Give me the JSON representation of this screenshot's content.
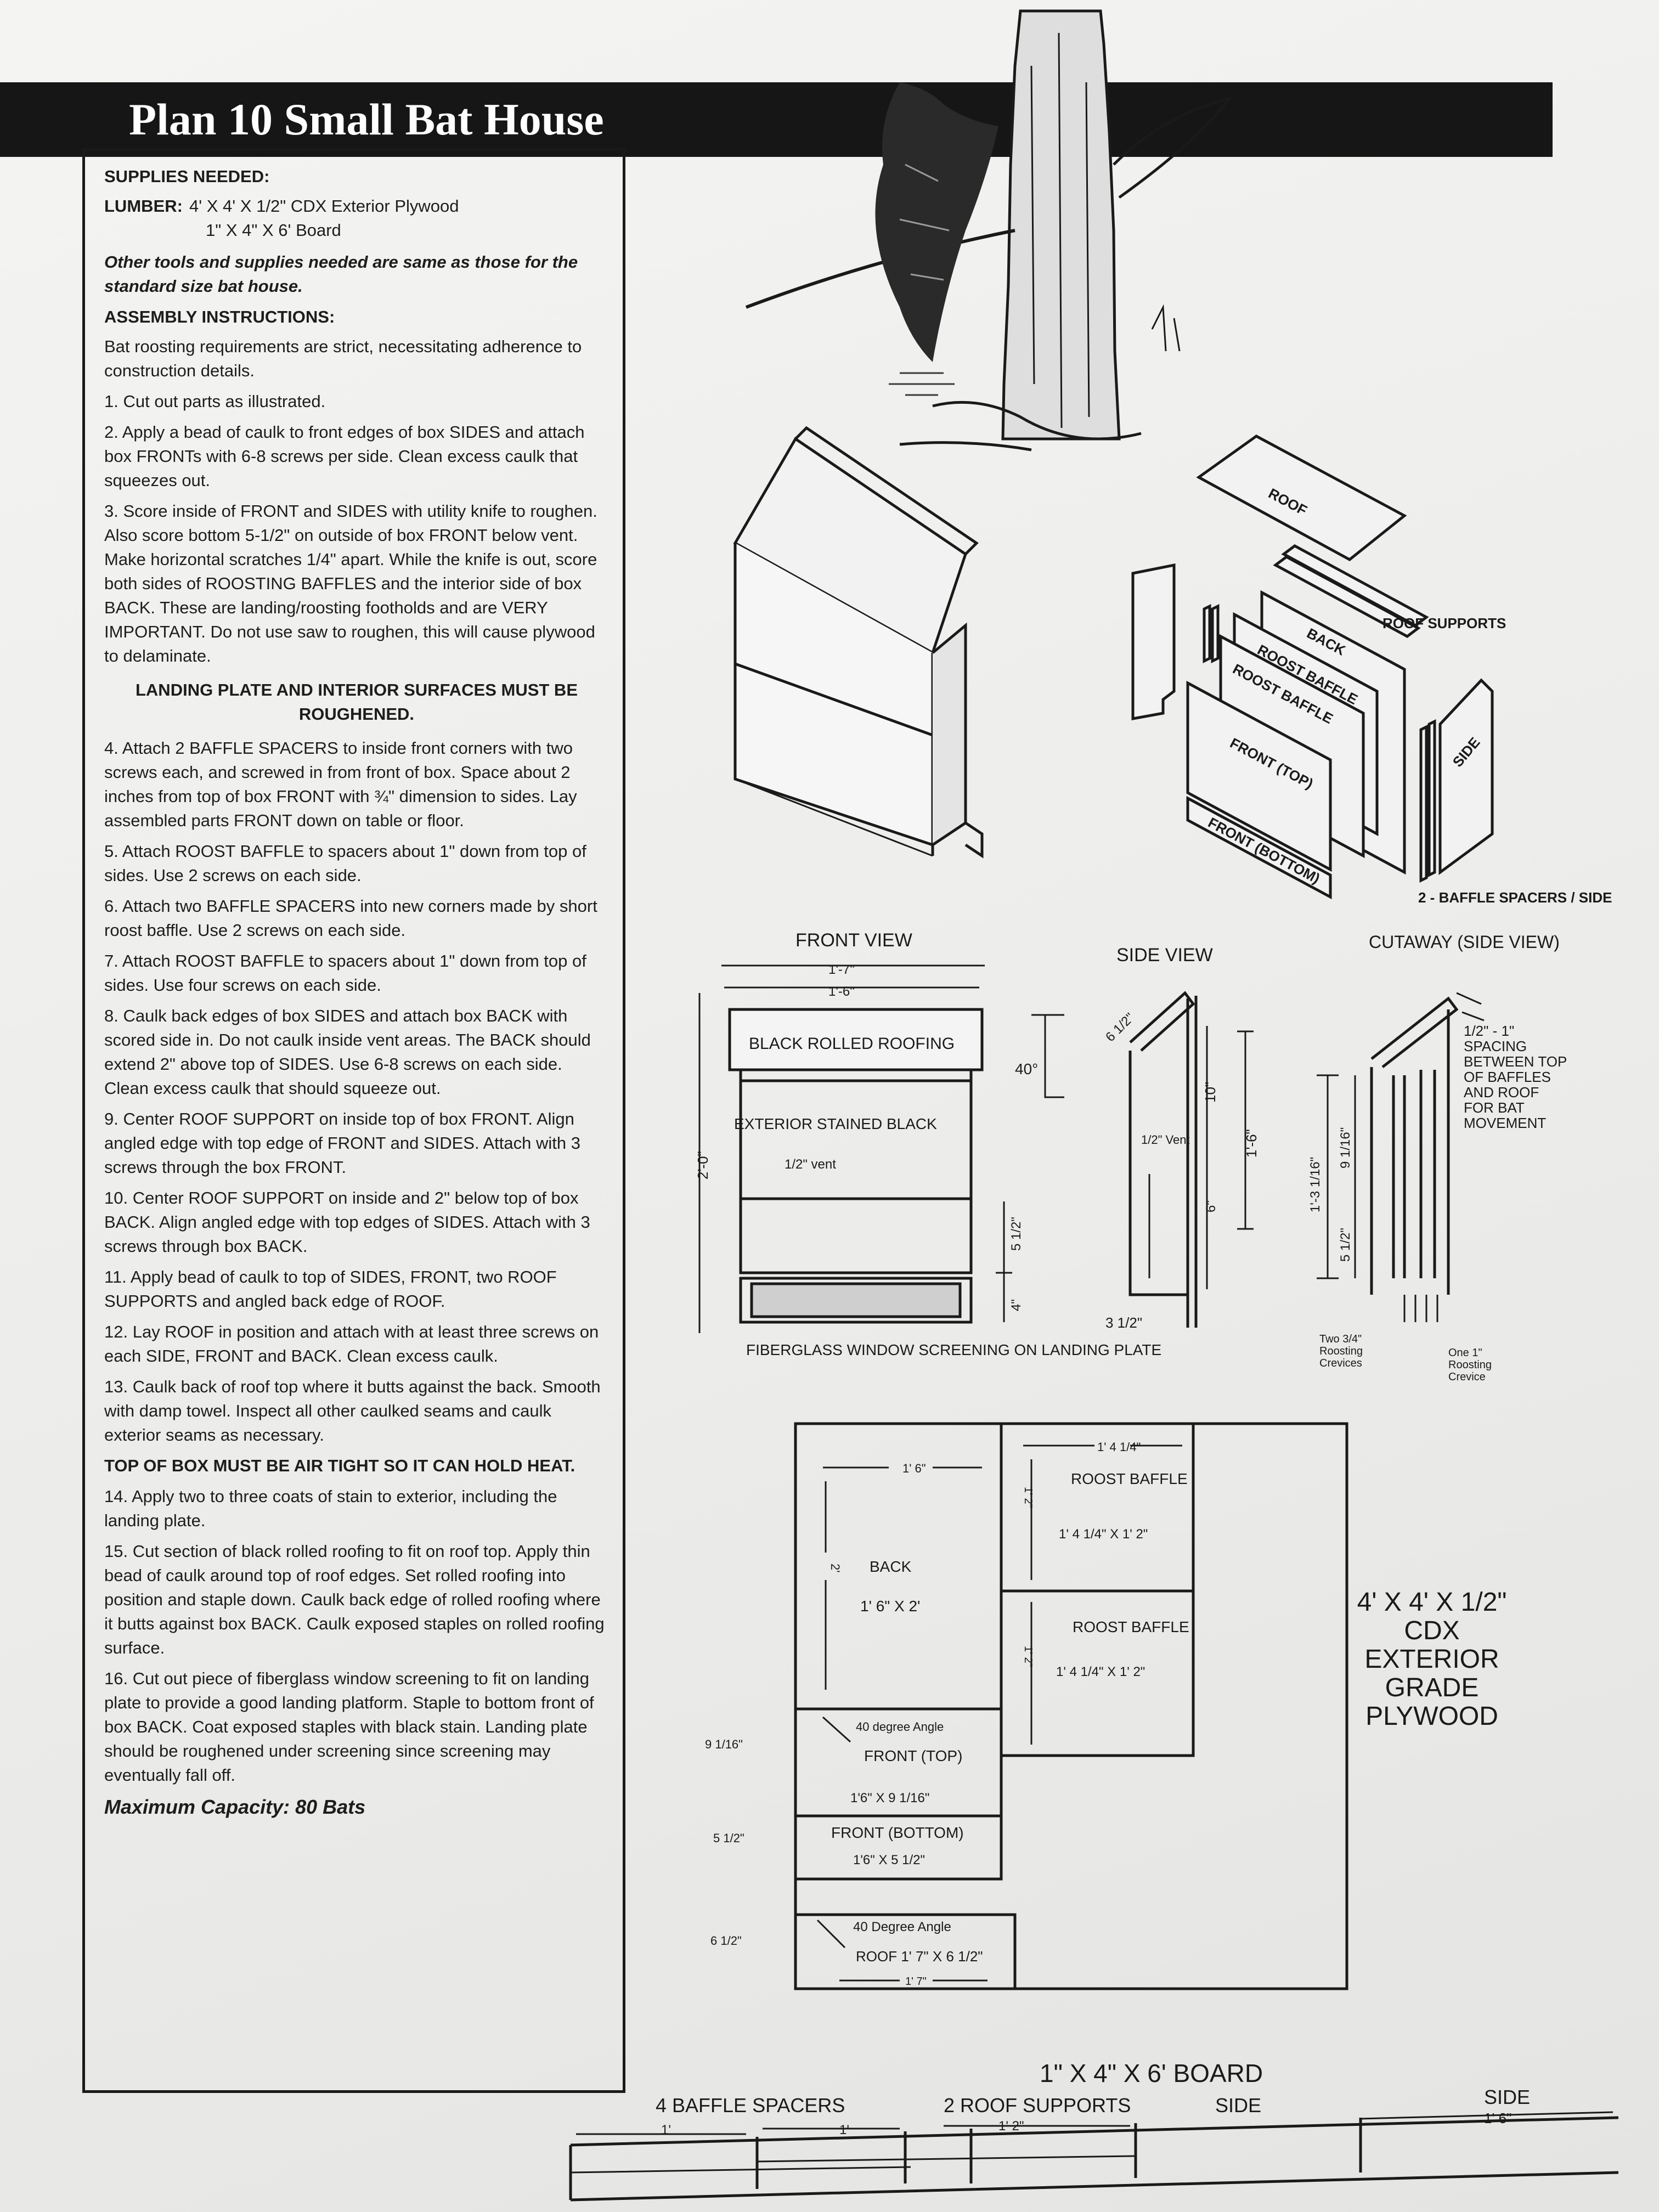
{
  "title": "Plan 10 Small Bat House",
  "supplies_heading": "SUPPLIES NEEDED:",
  "lumber_label": "LUMBER:",
  "lumber_line1": "4' X 4' X 1/2\" CDX Exterior Plywood",
  "lumber_line2": "1\" X 4\" X 6' Board",
  "other_tools": "Other tools and supplies needed are same as those for the standard size bat house.",
  "assembly_heading": "ASSEMBLY INSTRUCTIONS:",
  "intro": "Bat roosting requirements are strict, necessitating adherence to construction details.",
  "steps": [
    "1. Cut out parts as illustrated.",
    "2. Apply a bead of caulk to front edges of box SIDES and attach box FRONTs with 6-8 screws per side. Clean excess caulk that squeezes out.",
    "3. Score inside of FRONT and SIDES with utility knife to roughen. Also score bottom 5-1/2\" on outside of box FRONT below vent. Make horizontal scratches 1/4\" apart. While the knife is out, score both sides of ROOSTING BAFFLES and the interior side of box BACK. These are landing/roosting footholds and are VERY IMPORTANT. Do not use saw to roughen, this will cause plywood to delaminate.",
    "4. Attach 2 BAFFLE SPACERS to inside front corners with two screws each, and screwed in from front of box. Space about 2 inches from top of box FRONT with ¾\" dimension to sides. Lay assembled parts FRONT down on table or floor.",
    "5. Attach ROOST BAFFLE to spacers about 1\" down from top of sides. Use 2 screws on each side.",
    "6. Attach two BAFFLE SPACERS into new corners made by short roost baffle. Use 2 screws on each side.",
    "7. Attach ROOST BAFFLE to spacers about 1\" down from top of sides. Use four screws on each side.",
    "8. Caulk back edges of box SIDES and attach box BACK with scored side in. Do not caulk inside vent areas. The BACK should extend 2\" above top of SIDES. Use 6-8 screws on each side. Clean excess caulk that should squeeze out.",
    "9. Center ROOF SUPPORT on inside top of box FRONT. Align angled edge with top edge of FRONT and SIDES. Attach with 3 screws through the box FRONT.",
    "10. Center ROOF SUPPORT on inside and 2\" below top of box BACK. Align angled edge with top edges of SIDES. Attach with 3 screws through box BACK.",
    "11. Apply bead of caulk to top of SIDES, FRONT, two ROOF SUPPORTS and angled back edge of ROOF.",
    "12. Lay ROOF in position and attach with at least three screws on each SIDE, FRONT and BACK. Clean excess caulk.",
    "13. Caulk back of roof top where it butts against the back. Smooth with damp towel. Inspect all other caulked seams and caulk exterior seams as necessary.",
    "14. Apply two to three coats of stain to exterior, including the landing plate.",
    "15. Cut section of black rolled roofing to fit on roof top. Apply thin bead of caulk around top of roof edges. Set rolled roofing into position and staple down. Caulk back edge of rolled roofing where it butts against box BACK. Caulk exposed staples on rolled roofing surface.",
    "16. Cut out piece of fiberglass window screening to fit on landing plate to provide a good landing platform. Staple to bottom front of box BACK. Coat exposed staples with black stain. Landing plate should be roughened under screening since screening may eventually fall off."
  ],
  "landing_warning": "LANDING PLATE AND INTERIOR SURFACES MUST BE ROUGHENED.",
  "airtight_warning": "TOP OF BOX MUST BE AIR TIGHT SO IT CAN HOLD HEAT.",
  "max_capacity": "Maximum Capacity: 80 Bats",
  "exploded": {
    "roof": "ROOF",
    "roof_supports": "ROOF SUPPORTS",
    "back": "BACK",
    "roost_baffle_1": "ROOST BAFFLE",
    "roost_baffle_2": "ROOST BAFFLE",
    "front_top": "FRONT (TOP)",
    "front_bottom": "FRONT (BOTTOM)",
    "side": "SIDE",
    "spacers": "2 - BAFFLE SPACERS / SIDE"
  },
  "front_view": {
    "title": "FRONT VIEW",
    "dim_outer": "1'-7\"",
    "dim_inner": "1'-6\"",
    "height": "2'-0\"",
    "roofing": "BLACK ROLLED ROOFING",
    "stain": "EXTERIOR STAINED BLACK",
    "vent": "1/2\" vent",
    "dim_5half": "5 1/2\"",
    "dim_4": "4\"",
    "screening": "FIBERGLASS WINDOW SCREENING ON LANDING PLATE"
  },
  "side_view": {
    "title": "SIDE VIEW",
    "angle": "40°",
    "roof_dim": "6 1/2\"",
    "dim_10": "10\"",
    "dim_1ft6": "1'-6\"",
    "vent": "1/2\" Vent",
    "dim_6": "6\"",
    "dim_3half": "3 1/2\""
  },
  "cutaway": {
    "title": "CUTAWAY (SIDE VIEW)",
    "spacing_note": "1/2\" - 1\" SPACING BETWEEN TOP OF BAFFLES AND ROOF FOR BAT MOVEMENT",
    "dim_total": "1'-3 1/16\"",
    "dim_9": "9 1/16\"",
    "dim_5half": "5 1/2\"",
    "two_crevices": "Two 3/4\" Roosting Crevices",
    "one_crevice": "One 1\" Roosting Crevice"
  },
  "cutting_layout": {
    "top_dim": "1' 6\"",
    "back_h": "2'",
    "back_label": "BACK",
    "back_size": "1' 6\" X 2'",
    "baffle_w": "1' 4 1/4\"",
    "baffle_h1": "1' 2\"",
    "baffle_h2": "1' 2\"",
    "roost1_label": "ROOST BAFFLE",
    "roost1_size": "1' 4 1/4\" X 1' 2\"",
    "roost2_label": "ROOST BAFFLE",
    "roost2_size": "1' 4 1/4\" X 1' 2\"",
    "angle1": "40 degree Angle",
    "front_top_label": "FRONT (TOP)",
    "front_top_size": "1'6\" X 9 1/16\"",
    "dim_9": "9 1/16\"",
    "front_bot_label": "FRONT (BOTTOM)",
    "front_bot_size": "1'6\" X 5 1/2\"",
    "dim_5": "5 1/2\"",
    "angle2": "40 Degree Angle",
    "roof_size": "ROOF 1' 7\" X 6 1/2\"",
    "dim_6": "6 1/2\"",
    "roof_w": "1' 7\"",
    "sheet_label": "4' X 4' X 1/2\" CDX EXTERIOR GRADE PLYWOOD"
  },
  "board": {
    "title": "1\" X 4\" X 6' BOARD",
    "spacers": "4 BAFFLE SPACERS",
    "spacer_dim1": "1'",
    "spacer_dim2": "1'",
    "roof_supports": "2 ROOF SUPPORTS",
    "support_dim": "1' 2\"",
    "side1": "SIDE",
    "side2": "SIDE",
    "side_dim": "1' 6\""
  }
}
